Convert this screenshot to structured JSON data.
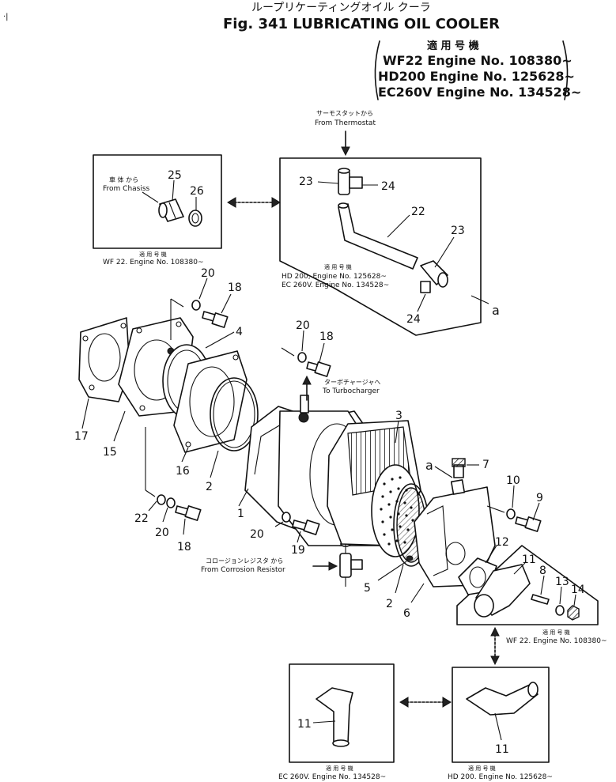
{
  "header": {
    "jp_title": "ループリケーティングオイル クーラ",
    "title": "Fig. 341 LUBRICATING OIL COOLER",
    "applicable_jp": "適 用 号 機",
    "applicability": [
      "WF22 Engine No. 108380~",
      "HD200 Engine No. 125628~",
      "EC260V Engine No. 134528~"
    ]
  },
  "notes": {
    "thermostat_jp": "サーモスタットから",
    "thermostat_en": "From Thermostat",
    "chassis_jp": "車 体 から",
    "chassis_en": "From Chasiss",
    "turbo_jp": "ターボチャージャへ",
    "turbo_en": "To Turbocharger",
    "corrosion_jp": "コロージョンレジスタ から",
    "corrosion_en": "From Corrosion Resistor",
    "applic_jp": "適 用 号 機",
    "wf22_1": "WF 22. Engine No. 108380~",
    "hd_ec_1": "HD 200, Engine No. 125628~",
    "hd_ec_2": "EC 260V. Engine No. 134528~",
    "wf22_2": "WF 22. Engine No. 108380~",
    "ec260v": "EC 260V. Engine No. 134528~",
    "hd200": "HD 200. Engine No. 125628~",
    "view_a": "a"
  },
  "parts": {
    "p1": "1",
    "p2a": "2",
    "p2b": "2",
    "p3": "3",
    "p4": "4",
    "p5": "5",
    "p6": "6",
    "p7": "7",
    "p8": "8",
    "p9": "9",
    "p10": "10",
    "p11a": "11",
    "p11b": "11",
    "p11c": "11",
    "p12": "12",
    "p13": "13",
    "p14": "14",
    "p15": "15",
    "p16": "16",
    "p17": "17",
    "p18a": "18",
    "p18b": "18",
    "p18c": "18",
    "p19": "19",
    "p20a": "20",
    "p20b": "20",
    "p20c": "20",
    "p20d": "20",
    "p22a": "22",
    "p22b": "22",
    "p23a": "23",
    "p23b": "23",
    "p24a": "24",
    "p24b": "24",
    "p25": "25",
    "p26": "26"
  }
}
